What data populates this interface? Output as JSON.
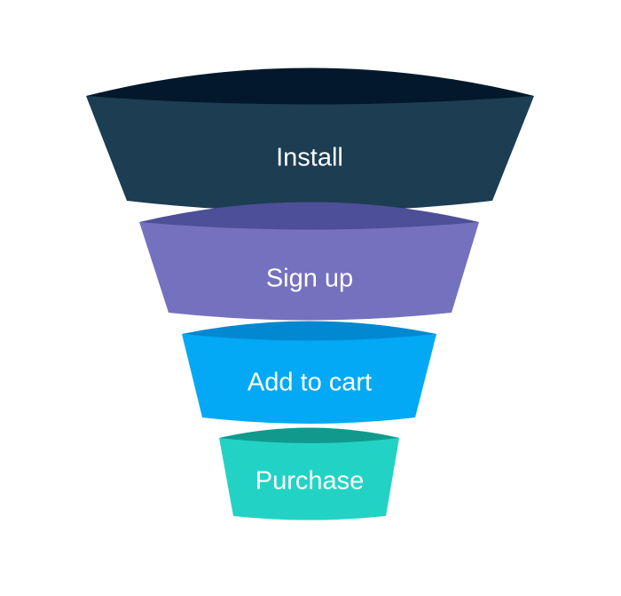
{
  "funnel": {
    "stages": [
      {
        "label": "Install",
        "body_color": "#1c3d52",
        "top_color": "#03182a"
      },
      {
        "label": "Sign up",
        "body_color": "#7472be",
        "top_color": "#4d4f98"
      },
      {
        "label": "Add to cart",
        "body_color": "#03a9f4",
        "top_color": "#0288d1"
      },
      {
        "label": "Purchase",
        "body_color": "#22d3c5",
        "top_color": "#109a8e"
      }
    ]
  }
}
